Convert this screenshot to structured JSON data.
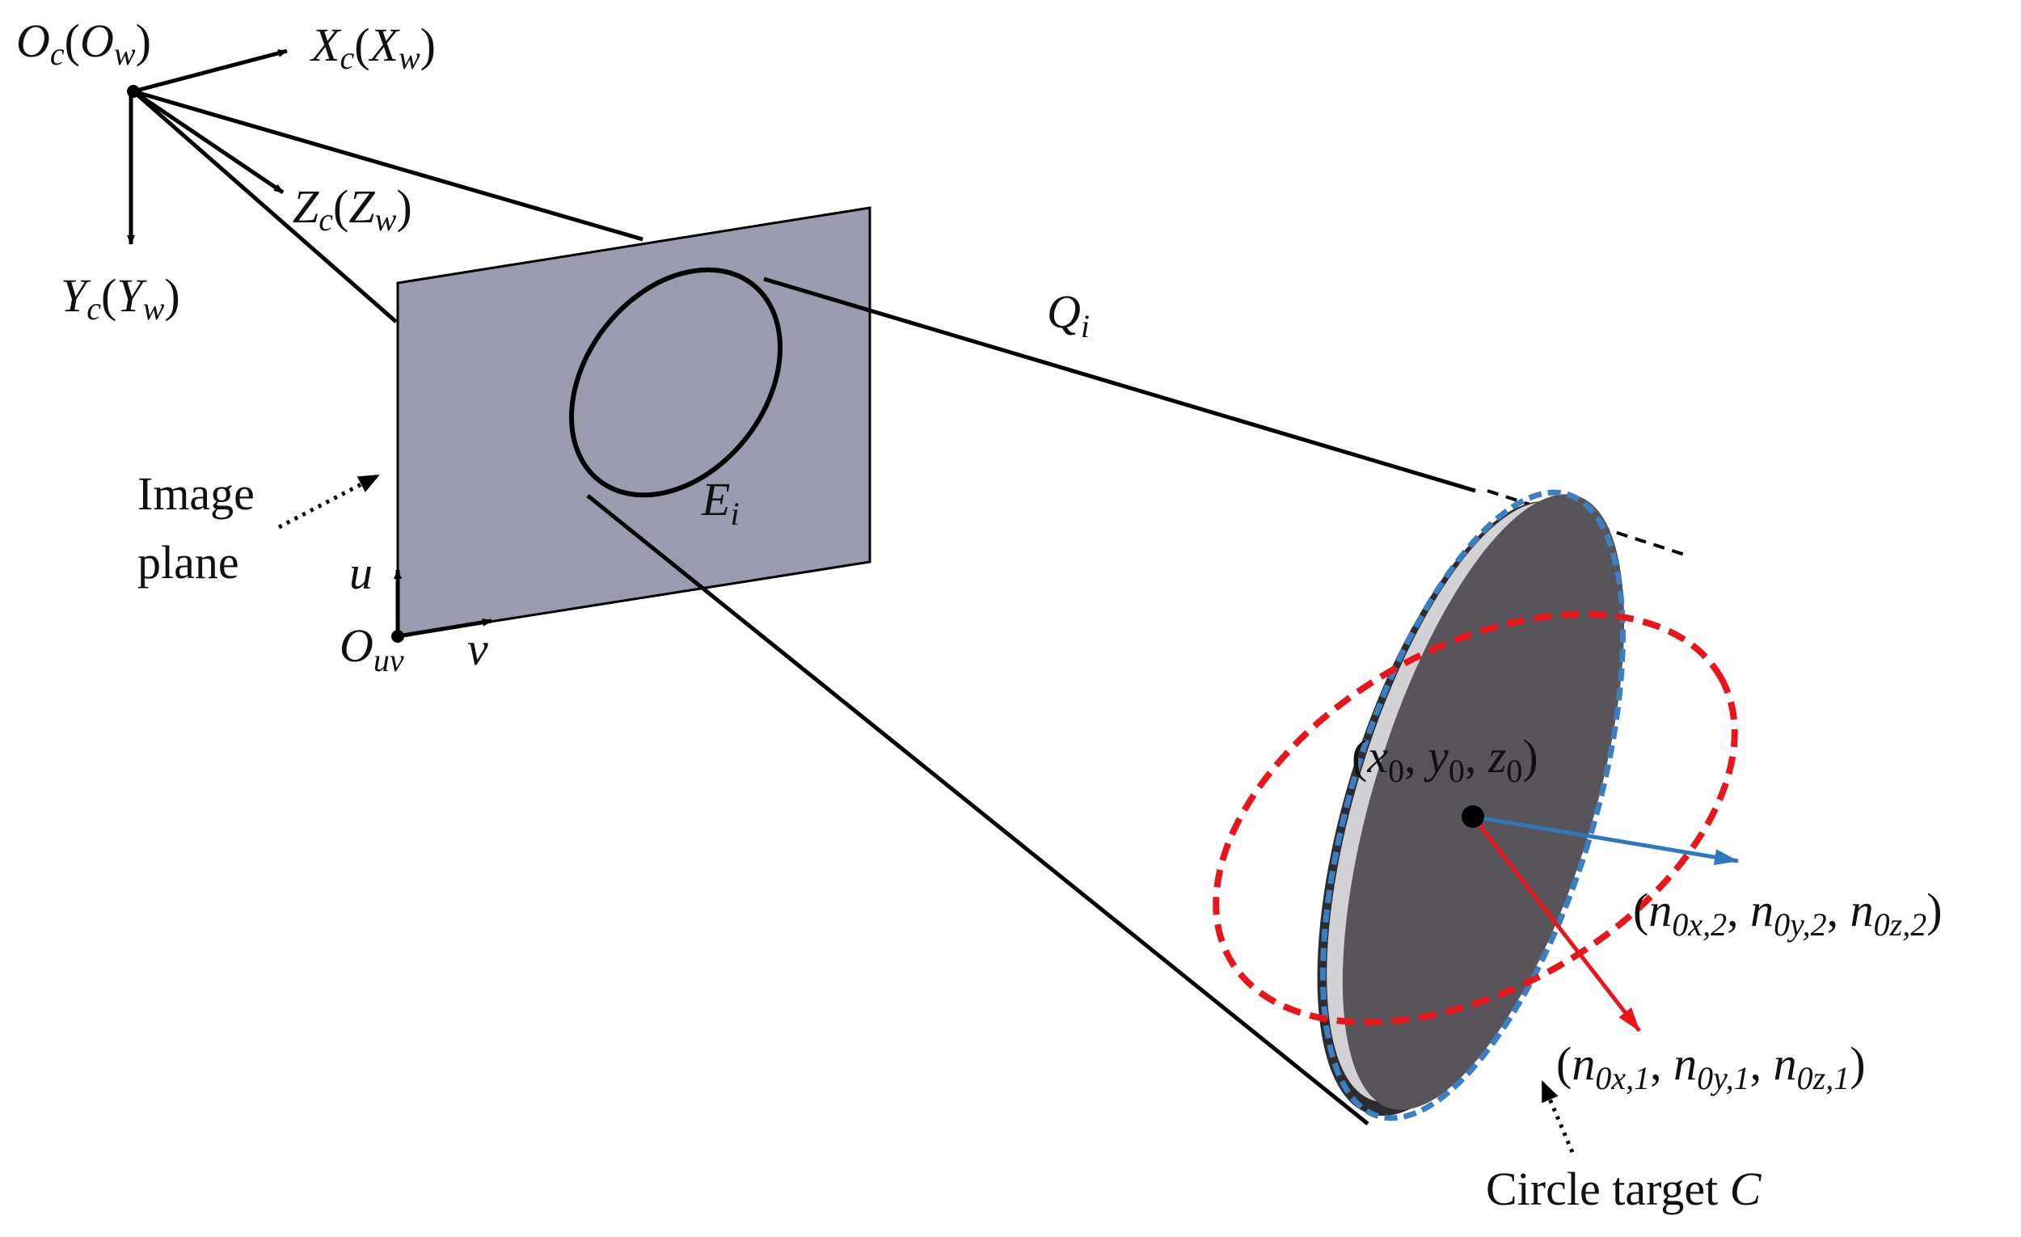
{
  "labels": {
    "origin": {
      "base": "O",
      "sub": "c",
      "paren_base": "O",
      "paren_sub": "w"
    },
    "x_axis": {
      "base": "X",
      "sub": "c",
      "paren_base": "X",
      "paren_sub": "w"
    },
    "z_axis": {
      "base": "Z",
      "sub": "c",
      "paren_base": "Z",
      "paren_sub": "w"
    },
    "y_axis": {
      "base": "Y",
      "sub": "c",
      "paren_base": "Y",
      "paren_sub": "w"
    },
    "cone": {
      "base": "Q",
      "sub": "i"
    },
    "image_ellipse": {
      "base": "E",
      "sub": "i"
    },
    "image_plane": {
      "line1": "Image",
      "line2": "plane"
    },
    "u_axis": "u",
    "v_axis": "v",
    "uv_origin": {
      "base": "O",
      "sub": "uv"
    },
    "center": {
      "open": "(",
      "x": "x",
      "x_sub": "0",
      "y": "y",
      "y_sub": "0",
      "z": "z",
      "z_sub": "0",
      "close": ")",
      "sep": ", "
    },
    "normal_2": {
      "open": "(",
      "n": "n",
      "sub_x": "0x,2",
      "sub_y": "0y,2",
      "sub_z": "0z,2",
      "close": ")",
      "sep": ", "
    },
    "normal_1": {
      "open": "(",
      "n": "n",
      "sub_x": "0x,1",
      "sub_y": "0y,1",
      "sub_z": "0z,1",
      "close": ")",
      "sep": ", "
    },
    "target": {
      "text": "Circle target ",
      "symbol": "C"
    }
  },
  "colors": {
    "plane_fill": "#9c9aae",
    "disk_face": "#57545a",
    "disk_rim_dark": "#3a393d",
    "disk_rim_light": "#d2d2d4",
    "outline_blue": "#3b7fc0",
    "ellipse_red": "#e8161b",
    "normal_blue": "#2e78bc",
    "normal_red": "#e8161b",
    "line_black": "#000000"
  }
}
